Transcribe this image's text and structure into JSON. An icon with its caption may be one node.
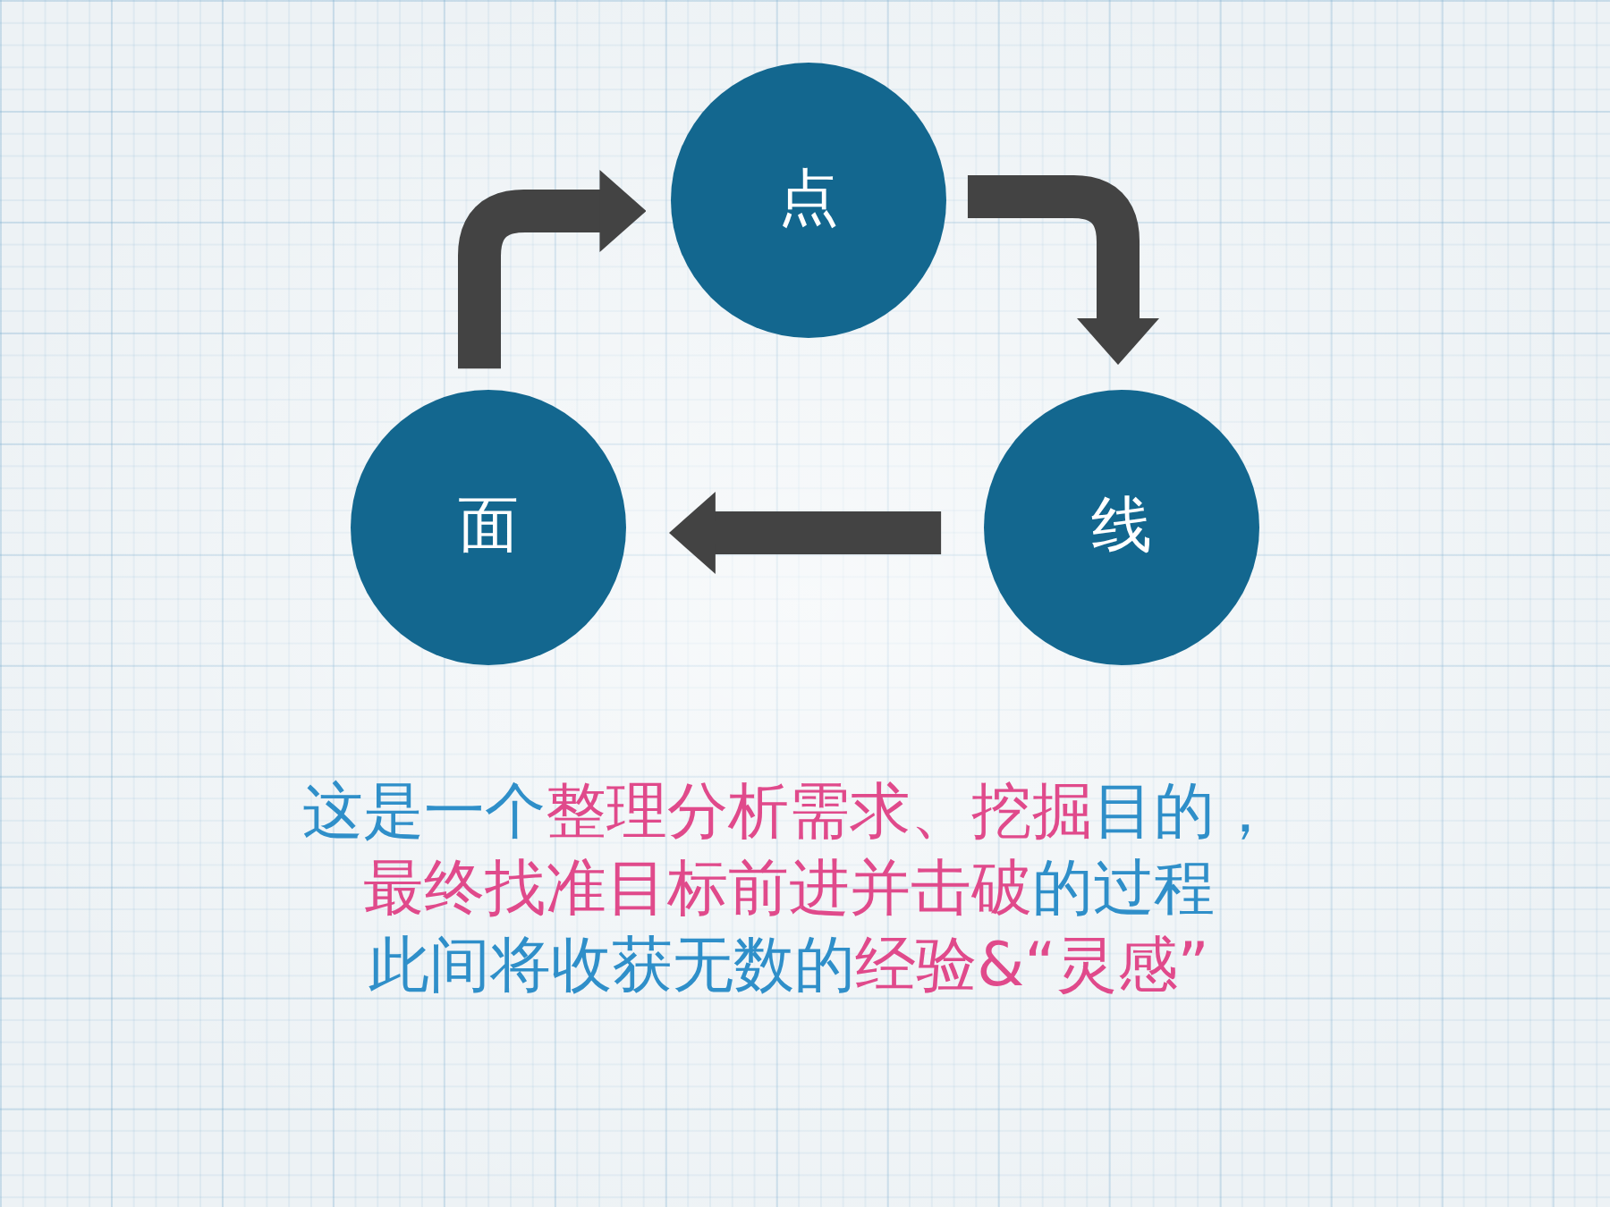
{
  "diagram": {
    "nodes": [
      {
        "text": [
          "点"
        ]
      },
      {
        "text": [
          "面"
        ]
      },
      {
        "text": [
          "线"
        ]
      }
    ],
    "edges": [
      {
        "from": 1,
        "to": 0,
        "arrow": "to"
      },
      {
        "from": 0,
        "to": 2,
        "arrow": "to"
      },
      {
        "from": 2,
        "to": 1,
        "arrow": "to"
      }
    ],
    "labels": [
      "这是一个**整理分析需求、挖掘**目的，",
      "**最终找准目标前进并击破**的过程",
      "此间将收获无数的**经验&“灵感”**"
    ]
  }
}
